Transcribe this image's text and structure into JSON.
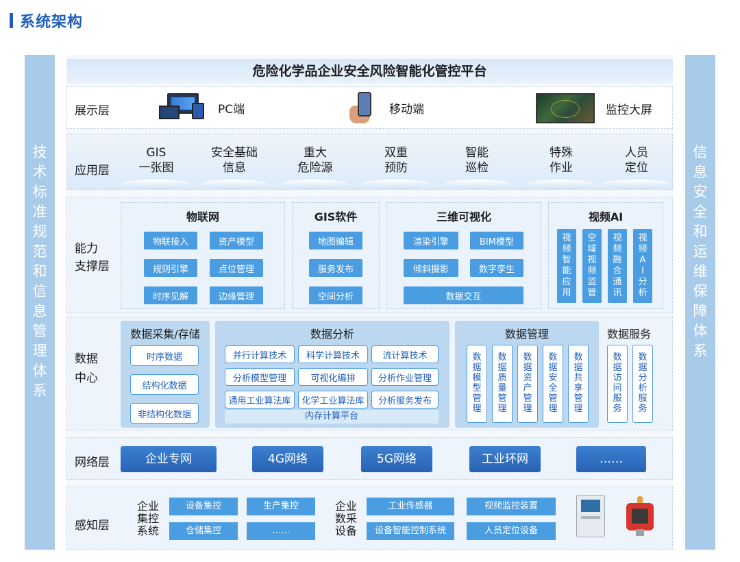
{
  "heading": "系统架构",
  "side_left": "技术标准规范和信息管理体系",
  "side_right": "信息安全和运维保障体系",
  "platform_title": "危险化学品企业安全风险智能化管控平台",
  "presentation": {
    "label": "展示层",
    "items": [
      "PC端",
      "移动端",
      "监控大屏"
    ]
  },
  "application": {
    "label": "应用层",
    "items": [
      {
        "l1": "GIS",
        "l2": "一张图"
      },
      {
        "l1": "安全基础",
        "l2": "信息"
      },
      {
        "l1": "重大",
        "l2": "危险源"
      },
      {
        "l1": "双重",
        "l2": "预防"
      },
      {
        "l1": "智能",
        "l2": "巡检"
      },
      {
        "l1": "特殊",
        "l2": "作业"
      },
      {
        "l1": "人员",
        "l2": "定位"
      }
    ]
  },
  "capability": {
    "label_l1": "能力",
    "label_l2": "支撑层",
    "iot": {
      "title": "物联网",
      "items": [
        "物联接入",
        "资产模型",
        "规则引擎",
        "点位管理",
        "时序见解",
        "边缘管理"
      ]
    },
    "gis": {
      "title": "GIS软件",
      "items": [
        "地图编辑",
        "服务发布",
        "空间分析"
      ]
    },
    "viz3d": {
      "title": "三维可视化",
      "items": [
        "渲染引擎",
        "BIM模型",
        "倾斜摄影",
        "数字孪生",
        "数据交互"
      ]
    },
    "videoai": {
      "title": "视频AI",
      "items": [
        "视频智能应用",
        "空域视频监管",
        "视频融合通讯",
        "视频AI分析"
      ]
    }
  },
  "datacenter": {
    "label_l1": "数据",
    "label_l2": "中心",
    "collect": {
      "title": "数据采集/存储",
      "items": [
        "时序数据",
        "结构化数据",
        "非结构化数据"
      ]
    },
    "analysis": {
      "title": "数据分析",
      "items": [
        "并行计算技术",
        "科学计算技术",
        "流计算技术",
        "分析模型管理",
        "可视化编排",
        "分析作业管理",
        "通用工业算法库",
        "化学工业算法库",
        "分析服务发布"
      ],
      "platform": "内存计算平台"
    },
    "manage": {
      "title": "数据管理",
      "items": [
        "数据模型管理",
        "数据质量管理",
        "数据资产管理",
        "数据安全管理",
        "数据共享管理"
      ]
    },
    "service": {
      "title": "数据服务",
      "items": [
        "数据访问服务",
        "数据分析服务"
      ]
    }
  },
  "network": {
    "label": "网络层",
    "items": [
      "企业专网",
      "4G网络",
      "5G网络",
      "工业环网",
      "……"
    ]
  },
  "perception": {
    "label": "感知层",
    "group1_label": "企业集控系统",
    "group1": [
      "设备集控",
      "生产集控",
      "仓储集控",
      "……"
    ],
    "group2_label": "企业数采设备",
    "group2": [
      "工业传感器",
      "视频监控装置",
      "设备智能控制系统",
      "人员定位设备"
    ]
  }
}
